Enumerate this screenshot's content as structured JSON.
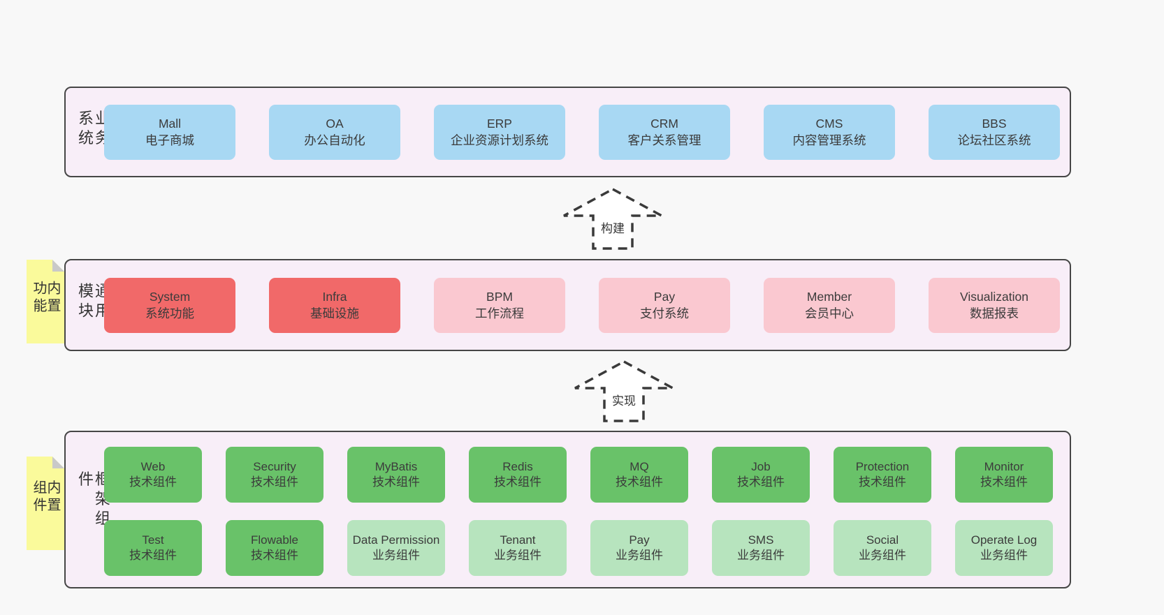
{
  "colors": {
    "page_bg": "#f8f8f8",
    "panel_bg": "#f8eef8",
    "panel_border": "#464646",
    "box_blue": "#a8d8f3",
    "box_red": "#f16969",
    "box_pink": "#fac8d0",
    "box_green": "#69c269",
    "box_light_green": "#b7e4be",
    "note_yellow": "#fafa9b",
    "note_fold_gray": "#c9c9c9",
    "text": "#3b3b3b"
  },
  "arrows": [
    {
      "label": "构建"
    },
    {
      "label": "实现"
    }
  ],
  "notes": [
    {
      "label": "内置功能"
    },
    {
      "label": "内置组件"
    }
  ],
  "sections": [
    {
      "label": "业务系统",
      "boxes": [
        {
          "en": "Mall",
          "zh": "电子商城"
        },
        {
          "en": "OA",
          "zh": "办公自动化"
        },
        {
          "en": "ERP",
          "zh": "企业资源计划系统"
        },
        {
          "en": "CRM",
          "zh": "客户关系管理"
        },
        {
          "en": "CMS",
          "zh": "内容管理系统"
        },
        {
          "en": "BBS",
          "zh": "论坛社区系统"
        }
      ]
    },
    {
      "label": "通用模块",
      "boxes": [
        {
          "en": "System",
          "zh": "系统功能"
        },
        {
          "en": "Infra",
          "zh": "基础设施"
        },
        {
          "en": "BPM",
          "zh": "工作流程"
        },
        {
          "en": "Pay",
          "zh": "支付系统"
        },
        {
          "en": "Member",
          "zh": "会员中心"
        },
        {
          "en": "Visualization",
          "zh": "数据报表"
        }
      ]
    },
    {
      "label": "框架组件",
      "rows": [
        [
          {
            "en": "Web",
            "zh": "技术组件"
          },
          {
            "en": "Security",
            "zh": "技术组件"
          },
          {
            "en": "MyBatis",
            "zh": "技术组件"
          },
          {
            "en": "Redis",
            "zh": "技术组件"
          },
          {
            "en": "MQ",
            "zh": "技术组件"
          },
          {
            "en": "Job",
            "zh": "技术组件"
          },
          {
            "en": "Protection",
            "zh": "技术组件"
          },
          {
            "en": "Monitor",
            "zh": "技术组件"
          }
        ],
        [
          {
            "en": "Test",
            "zh": "技术组件"
          },
          {
            "en": "Flowable",
            "zh": "技术组件"
          },
          {
            "en": "Data Permission",
            "zh": "业务组件"
          },
          {
            "en": "Tenant",
            "zh": "业务组件"
          },
          {
            "en": "Pay",
            "zh": "业务组件"
          },
          {
            "en": "SMS",
            "zh": "业务组件"
          },
          {
            "en": "Social",
            "zh": "业务组件"
          },
          {
            "en": "Operate Log",
            "zh": "业务组件"
          }
        ]
      ]
    }
  ]
}
